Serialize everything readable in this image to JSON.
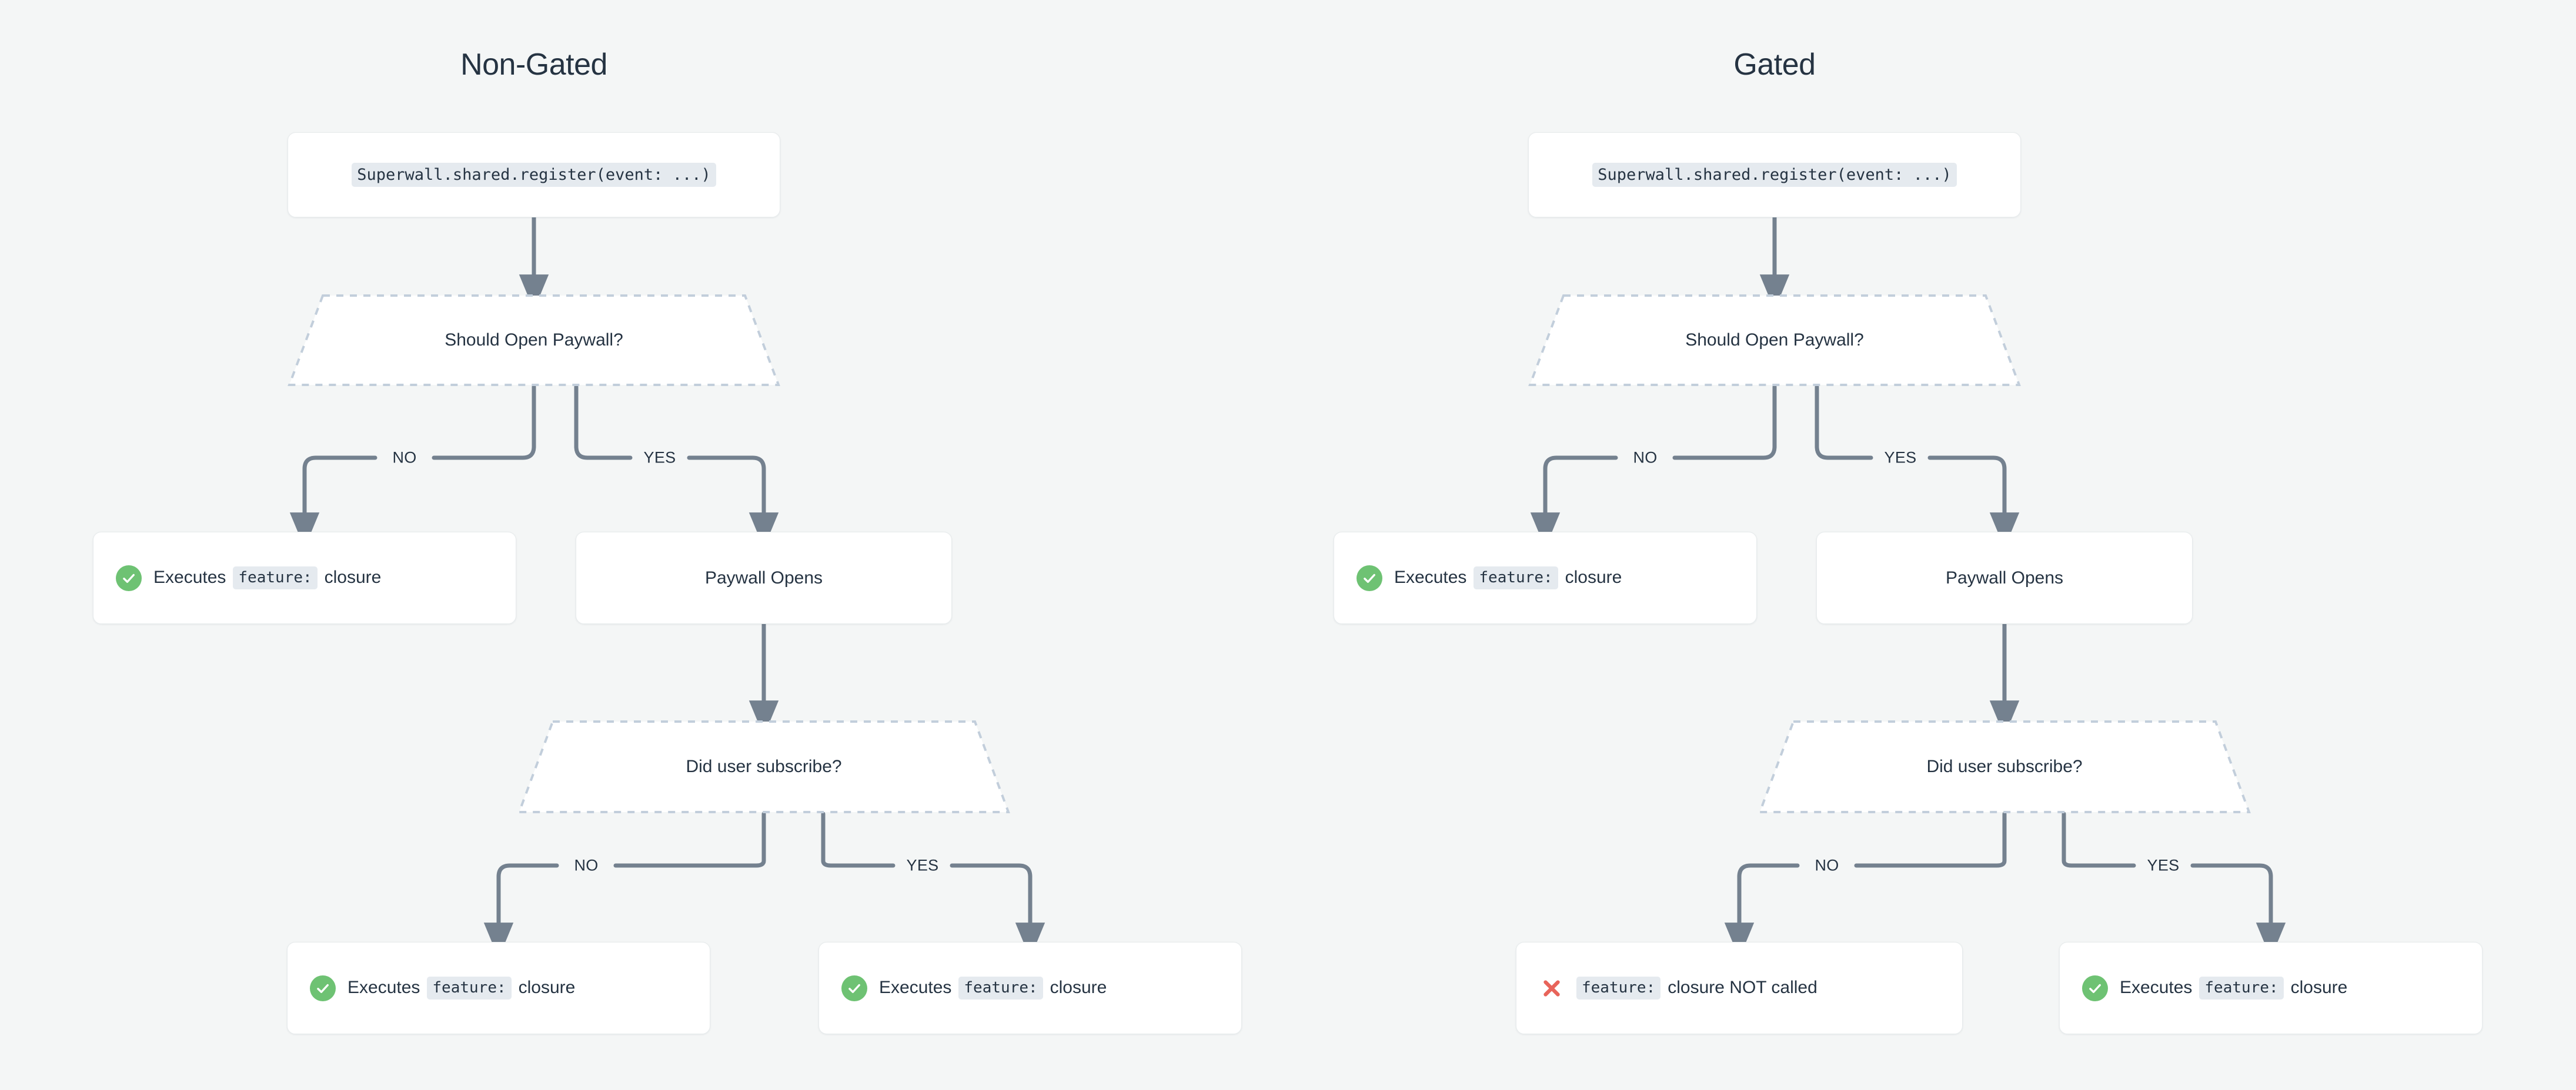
{
  "theme": {
    "background": "#f4f6f6",
    "text": "#253342",
    "edge": "#74818f",
    "decision_border": "#c2cedb",
    "node_bg": "#ffffff",
    "node_border": "#e7ebec",
    "code_chip_bg": "#e5eaef",
    "success": "#6ec273",
    "error": "#e8645a"
  },
  "columns": [
    {
      "id": "non-gated",
      "title": "Non-Gated",
      "nodes": {
        "entry": {
          "code": "Superwall.shared.register(event: ...)"
        },
        "decision_paywall": {
          "label": "Should Open Paywall?"
        },
        "no_result": {
          "icon": "check-circle-icon",
          "prefix": "Executes",
          "code": "feature:",
          "suffix": "closure"
        },
        "paywall_opens": {
          "label": "Paywall Opens"
        },
        "decision_subscribe": {
          "label": "Did user subscribe?"
        },
        "subscribe_no_result": {
          "icon": "check-circle-icon",
          "prefix": "Executes",
          "code": "feature:",
          "suffix": "closure"
        },
        "subscribe_yes_result": {
          "icon": "check-circle-icon",
          "prefix": "Executes",
          "code": "feature:",
          "suffix": "closure"
        }
      },
      "edge_labels": {
        "paywall_no": "NO",
        "paywall_yes": "YES",
        "subscribe_no": "NO",
        "subscribe_yes": "YES"
      }
    },
    {
      "id": "gated",
      "title": "Gated",
      "nodes": {
        "entry": {
          "code": "Superwall.shared.register(event: ...)"
        },
        "decision_paywall": {
          "label": "Should Open Paywall?"
        },
        "no_result": {
          "icon": "check-circle-icon",
          "prefix": "Executes",
          "code": "feature:",
          "suffix": "closure"
        },
        "paywall_opens": {
          "label": "Paywall Opens"
        },
        "decision_subscribe": {
          "label": "Did user subscribe?"
        },
        "subscribe_no_result": {
          "icon": "cross-icon",
          "prefix": "",
          "code": "feature:",
          "suffix": "closure NOT called"
        },
        "subscribe_yes_result": {
          "icon": "check-circle-icon",
          "prefix": "Executes",
          "code": "feature:",
          "suffix": "closure"
        }
      },
      "edge_labels": {
        "paywall_no": "NO",
        "paywall_yes": "YES",
        "subscribe_no": "NO",
        "subscribe_yes": "YES"
      }
    }
  ]
}
